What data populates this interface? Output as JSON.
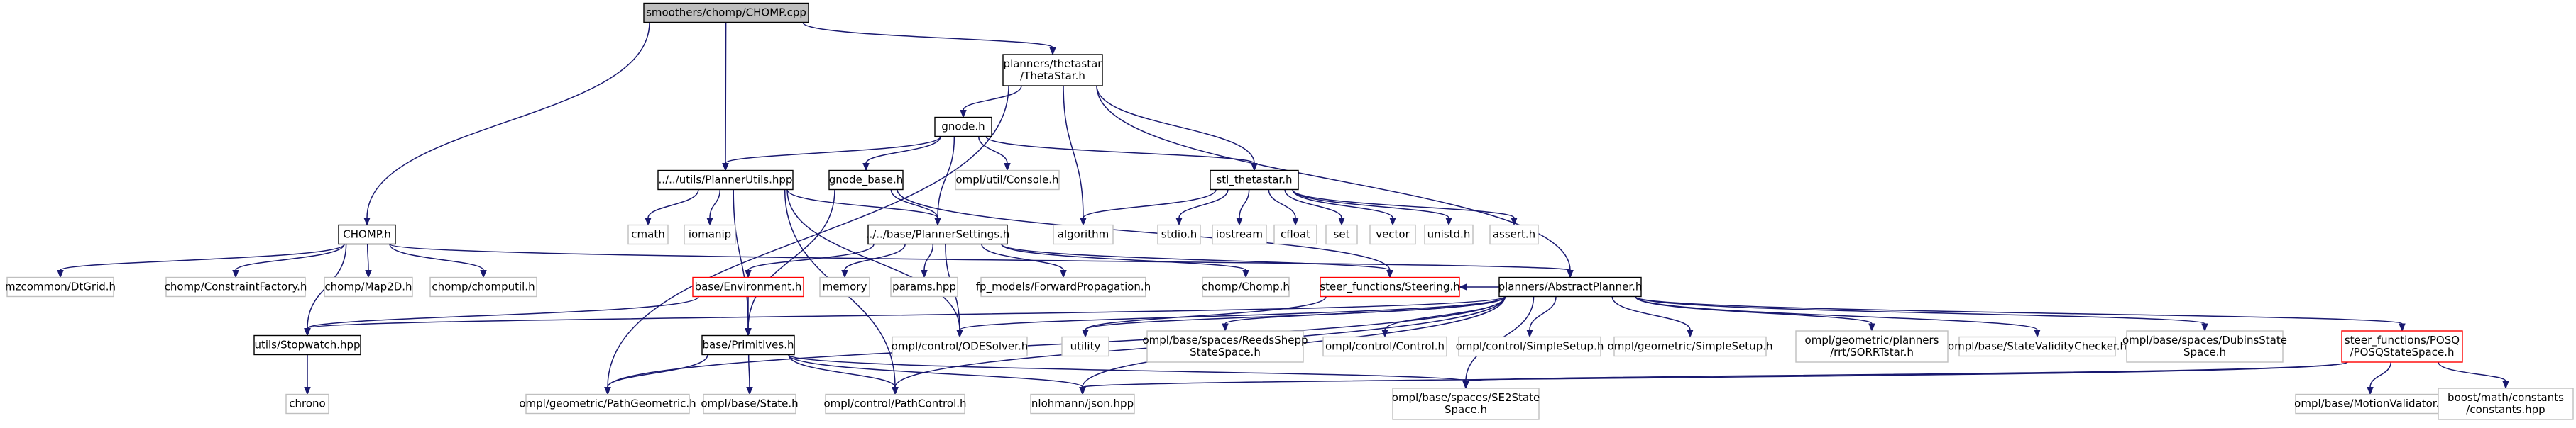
{
  "diagram": {
    "kind": "include dependency graph",
    "colors": {
      "edge": "#191970",
      "root_fill": "#bfbfbf",
      "documented_border": "#000000",
      "external_border": "#bfbfbf",
      "unresolved_border": "#ff0000"
    },
    "nodes": [
      {
        "id": "root",
        "style": "root",
        "lines": [
          "smoothers/chomp/CHOMP.cpp"
        ]
      },
      {
        "id": "thetastar",
        "style": "doc",
        "lines": [
          "planners/thetastar",
          "/ThetaStar.h"
        ]
      },
      {
        "id": "chomp_h",
        "style": "doc",
        "lines": [
          "CHOMP.h"
        ]
      },
      {
        "id": "plannerutils",
        "style": "doc",
        "lines": [
          "../../utils/PlannerUtils.hpp"
        ]
      },
      {
        "id": "gnode",
        "style": "doc",
        "lines": [
          "gnode.h"
        ]
      },
      {
        "id": "gnode_base",
        "style": "doc",
        "lines": [
          "gnode_base.h"
        ]
      },
      {
        "id": "console",
        "style": "plain",
        "lines": [
          "ompl/util/Console.h"
        ]
      },
      {
        "id": "stl_thetastar",
        "style": "doc",
        "lines": [
          "stl_thetastar.h"
        ]
      },
      {
        "id": "cmath",
        "style": "plain",
        "lines": [
          "cmath"
        ]
      },
      {
        "id": "iomanip",
        "style": "plain",
        "lines": [
          "iomanip"
        ]
      },
      {
        "id": "algorithm",
        "style": "plain",
        "lines": [
          "algorithm"
        ]
      },
      {
        "id": "stdio",
        "style": "plain",
        "lines": [
          "stdio.h"
        ]
      },
      {
        "id": "iostream",
        "style": "plain",
        "lines": [
          "iostream"
        ]
      },
      {
        "id": "cfloat",
        "style": "plain",
        "lines": [
          "cfloat"
        ]
      },
      {
        "id": "set",
        "style": "plain",
        "lines": [
          "set"
        ]
      },
      {
        "id": "vector",
        "style": "plain",
        "lines": [
          "vector"
        ]
      },
      {
        "id": "unistd",
        "style": "plain",
        "lines": [
          "unistd.h"
        ]
      },
      {
        "id": "assert",
        "style": "plain",
        "lines": [
          "assert.h"
        ]
      },
      {
        "id": "plannersettings",
        "style": "doc",
        "lines": [
          "../../base/PlannerSettings.h"
        ]
      },
      {
        "id": "mzcommon",
        "style": "plain",
        "lines": [
          "mzcommon/DtGrid.h"
        ]
      },
      {
        "id": "constraintfactory",
        "style": "plain",
        "lines": [
          "chomp/ConstraintFactory.h"
        ]
      },
      {
        "id": "map2d",
        "style": "plain",
        "lines": [
          "chomp/Map2D.h"
        ]
      },
      {
        "id": "chomputil",
        "style": "plain",
        "lines": [
          "chomp/chomputil.h"
        ]
      },
      {
        "id": "environment",
        "style": "missing",
        "lines": [
          "base/Environment.h"
        ]
      },
      {
        "id": "memory",
        "style": "plain",
        "lines": [
          "memory"
        ]
      },
      {
        "id": "params",
        "style": "plain",
        "lines": [
          "params.hpp"
        ]
      },
      {
        "id": "forwardprop",
        "style": "plain",
        "lines": [
          "fp_models/ForwardPropagation.h"
        ]
      },
      {
        "id": "chomp_chomp",
        "style": "plain",
        "lines": [
          "chomp/Chomp.h"
        ]
      },
      {
        "id": "steering",
        "style": "missing",
        "lines": [
          "steer_functions/Steering.h"
        ]
      },
      {
        "id": "abstractplanner",
        "style": "doc",
        "lines": [
          "planners/AbstractPlanner.h"
        ]
      },
      {
        "id": "stopwatch",
        "style": "doc",
        "lines": [
          "utils/Stopwatch.hpp"
        ]
      },
      {
        "id": "primitives",
        "style": "doc",
        "lines": [
          "base/Primitives.h"
        ]
      },
      {
        "id": "odesolver",
        "style": "plain",
        "lines": [
          "ompl/control/ODESolver.h"
        ]
      },
      {
        "id": "utility",
        "style": "plain",
        "lines": [
          "utility"
        ]
      },
      {
        "id": "reedsshepp",
        "style": "plain",
        "lines": [
          "ompl/base/spaces/ReedsShepp",
          "StateSpace.h"
        ]
      },
      {
        "id": "control",
        "style": "plain",
        "lines": [
          "ompl/control/Control.h"
        ]
      },
      {
        "id": "controlsimplesetup",
        "style": "plain",
        "lines": [
          "ompl/control/SimpleSetup.h"
        ]
      },
      {
        "id": "geometricsimplesetup",
        "style": "plain",
        "lines": [
          "ompl/geometric/SimpleSetup.h"
        ]
      },
      {
        "id": "sorrtstar",
        "style": "plain",
        "lines": [
          "ompl/geometric/planners",
          "/rrt/SORRTstar.h"
        ]
      },
      {
        "id": "validitychecker",
        "style": "plain",
        "lines": [
          "ompl/base/StateValidityChecker.h"
        ]
      },
      {
        "id": "dubins",
        "style": "plain",
        "lines": [
          "ompl/base/spaces/DubinsState",
          "Space.h"
        ]
      },
      {
        "id": "posq",
        "style": "missing",
        "lines": [
          "steer_functions/POSQ",
          "/POSQStateSpace.h"
        ]
      },
      {
        "id": "chrono",
        "style": "plain",
        "lines": [
          "chrono"
        ]
      },
      {
        "id": "pathgeometric",
        "style": "plain",
        "lines": [
          "ompl/geometric/PathGeometric.h"
        ]
      },
      {
        "id": "state",
        "style": "plain",
        "lines": [
          "ompl/base/State.h"
        ]
      },
      {
        "id": "pathcontrol",
        "style": "plain",
        "lines": [
          "ompl/control/PathControl.h"
        ]
      },
      {
        "id": "json",
        "style": "plain",
        "lines": [
          "nlohmann/json.hpp"
        ]
      },
      {
        "id": "se2",
        "style": "plain",
        "lines": [
          "ompl/base/spaces/SE2State",
          "Space.h"
        ]
      },
      {
        "id": "motionvalidator",
        "style": "plain",
        "lines": [
          "ompl/base/MotionValidator.h"
        ]
      },
      {
        "id": "boostconstants",
        "style": "plain",
        "lines": [
          "boost/math/constants",
          "/constants.hpp"
        ]
      }
    ],
    "edges": [
      [
        "root",
        "thetastar"
      ],
      [
        "root",
        "chomp_h"
      ],
      [
        "root",
        "plannerutils"
      ],
      [
        "thetastar",
        "gnode"
      ],
      [
        "thetastar",
        "stl_thetastar"
      ],
      [
        "thetastar",
        "algorithm"
      ],
      [
        "thetastar",
        "abstractplanner"
      ],
      [
        "thetastar",
        "pathgeometric"
      ],
      [
        "gnode",
        "plannerutils"
      ],
      [
        "gnode",
        "gnode_base"
      ],
      [
        "gnode",
        "console"
      ],
      [
        "gnode",
        "stl_thetastar"
      ],
      [
        "gnode",
        "plannersettings"
      ],
      [
        "gnode_base",
        "plannersettings"
      ],
      [
        "gnode_base",
        "primitives"
      ],
      [
        "gnode_base",
        "steering"
      ],
      [
        "plannerutils",
        "cmath"
      ],
      [
        "plannerutils",
        "iomanip"
      ],
      [
        "plannerutils",
        "plannersettings"
      ],
      [
        "plannerutils",
        "primitives"
      ],
      [
        "plannerutils",
        "pathcontrol"
      ],
      [
        "plannerutils",
        "odesolver"
      ],
      [
        "stl_thetastar",
        "algorithm"
      ],
      [
        "stl_thetastar",
        "stdio"
      ],
      [
        "stl_thetastar",
        "iostream"
      ],
      [
        "stl_thetastar",
        "cfloat"
      ],
      [
        "stl_thetastar",
        "set"
      ],
      [
        "stl_thetastar",
        "vector"
      ],
      [
        "stl_thetastar",
        "unistd"
      ],
      [
        "stl_thetastar",
        "assert"
      ],
      [
        "plannersettings",
        "environment"
      ],
      [
        "plannersettings",
        "memory"
      ],
      [
        "plannersettings",
        "params"
      ],
      [
        "plannersettings",
        "forwardprop"
      ],
      [
        "plannersettings",
        "chomp_chomp"
      ],
      [
        "plannersettings",
        "steering"
      ],
      [
        "plannersettings",
        "odesolver"
      ],
      [
        "chomp_h",
        "mzcommon"
      ],
      [
        "chomp_h",
        "constraintfactory"
      ],
      [
        "chomp_h",
        "map2d"
      ],
      [
        "chomp_h",
        "chomputil"
      ],
      [
        "chomp_h",
        "stopwatch"
      ],
      [
        "chomp_h",
        "abstractplanner"
      ],
      [
        "environment",
        "primitives"
      ],
      [
        "environment",
        "stopwatch"
      ],
      [
        "stopwatch",
        "chrono"
      ],
      [
        "primitives",
        "pathgeometric"
      ],
      [
        "primitives",
        "state"
      ],
      [
        "primitives",
        "pathcontrol"
      ],
      [
        "primitives",
        "json"
      ],
      [
        "primitives",
        "se2"
      ],
      [
        "abstractplanner",
        "steering"
      ],
      [
        "abstractplanner",
        "odesolver"
      ],
      [
        "abstractplanner",
        "utility"
      ],
      [
        "abstractplanner",
        "reedsshepp"
      ],
      [
        "abstractplanner",
        "control"
      ],
      [
        "abstractplanner",
        "controlsimplesetup"
      ],
      [
        "abstractplanner",
        "geometricsimplesetup"
      ],
      [
        "abstractplanner",
        "sorrtstar"
      ],
      [
        "abstractplanner",
        "validitychecker"
      ],
      [
        "abstractplanner",
        "dubins"
      ],
      [
        "abstractplanner",
        "posq"
      ],
      [
        "abstractplanner",
        "json"
      ],
      [
        "abstractplanner",
        "se2"
      ],
      [
        "abstractplanner",
        "pathgeometric"
      ],
      [
        "abstractplanner",
        "pathcontrol"
      ],
      [
        "abstractplanner",
        "stopwatch"
      ],
      [
        "posq",
        "motionvalidator"
      ],
      [
        "posq",
        "boostconstants"
      ],
      [
        "posq",
        "se2"
      ],
      [
        "posq",
        "json"
      ],
      [
        "steering",
        "utility"
      ]
    ]
  }
}
